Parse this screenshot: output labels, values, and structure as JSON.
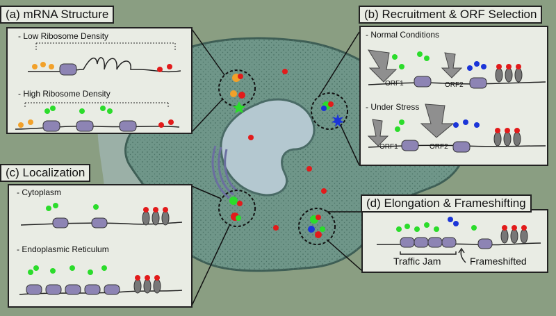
{
  "panels": {
    "a": {
      "title": "(a) mRNA Structure",
      "low": "- Low Ribosome Density",
      "high": "- High Ribosome Density"
    },
    "b": {
      "title": "(b) Recruitment & ORF Selection",
      "normal": "- Normal Conditions",
      "stress": "- Under Stress",
      "orf1": "ORF1",
      "orf2": "ORF2"
    },
    "c": {
      "title": "(c) Localization",
      "cyto": "- Cytoplasm",
      "er": "- Endoplasmic Reticulum"
    },
    "d": {
      "title": "(d) Elongation & Frameshifting",
      "jam": "Traffic Jam",
      "frame": "Frameshifted"
    }
  },
  "colors": {
    "background": "#8a9e82",
    "cell": "#6f9689",
    "nucleus": "#b4c8d0",
    "panel": "#e9ece4",
    "ribosome": "#8d84b4",
    "green": "#2bdc2b",
    "red": "#e21b1b",
    "blue": "#1b35d8",
    "orange": "#f2a12a"
  }
}
